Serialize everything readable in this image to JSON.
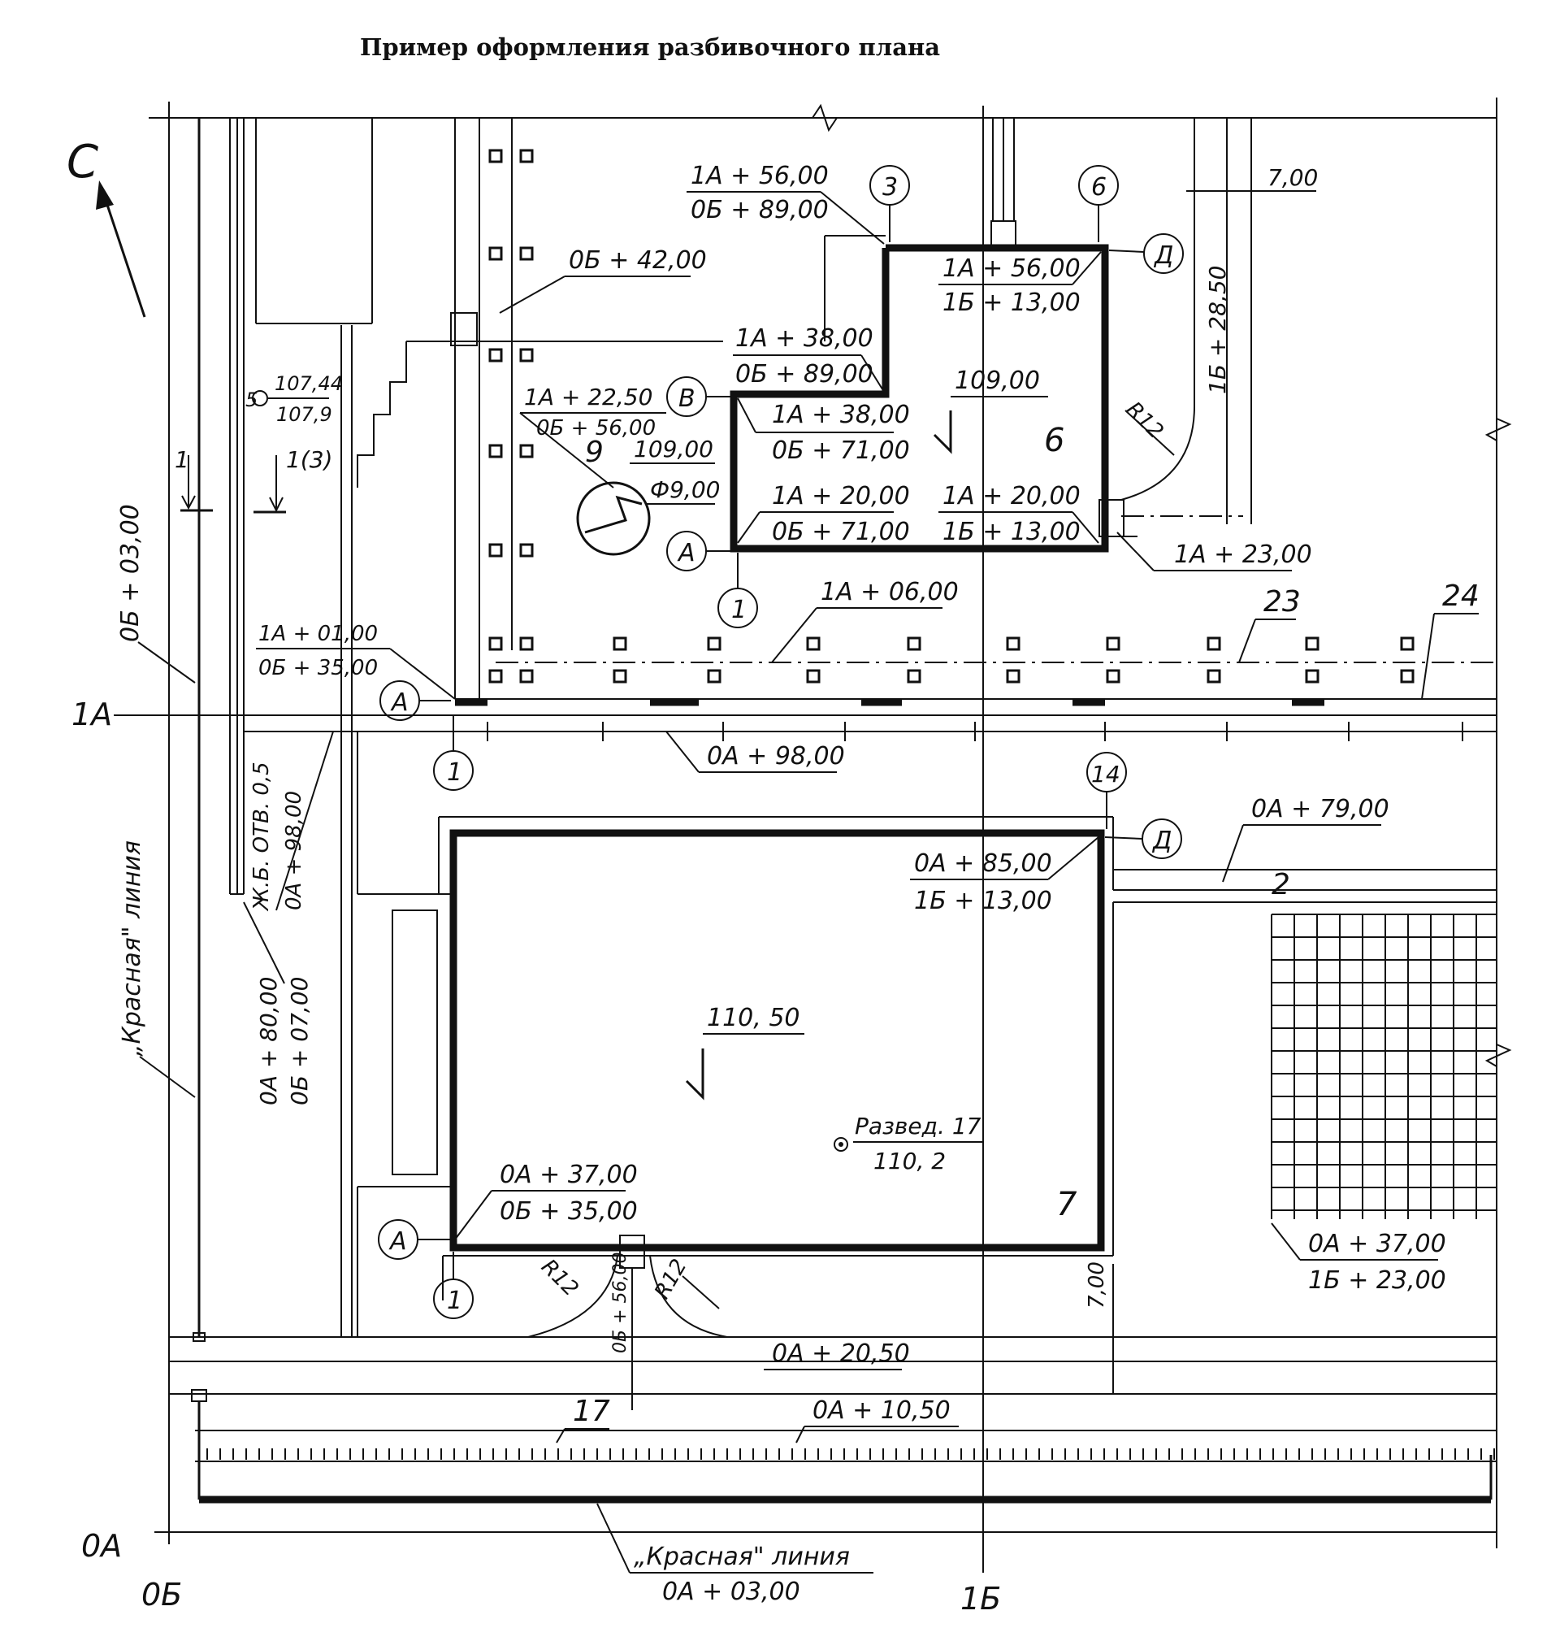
{
  "title": "Пример оформления разбивочного плана",
  "north": "С",
  "grid": {
    "row_top": "1А",
    "row_bottom": "0А",
    "col_left": "0Б",
    "col_mid": "1Б"
  },
  "building6": {
    "number": "6",
    "elevation": "109,00",
    "coords": [
      {
        "top": "1А + 56,00",
        "bottom": "0Б + 89,00"
      },
      {
        "top": "1А + 56,00",
        "bottom": "1Б + 13,00"
      },
      {
        "top": "1А + 38,00",
        "bottom": "0Б + 89,00"
      },
      {
        "top": "1А + 38,00",
        "bottom": "0Б + 71,00"
      },
      {
        "top": "1А + 20,00",
        "bottom": "0Б + 71,00"
      },
      {
        "top": "1А + 20,00",
        "bottom": "1Б + 13,00"
      }
    ],
    "axes": [
      "3",
      "6",
      "Д",
      "В",
      "А",
      "1"
    ],
    "width_dim": "7,00",
    "dim_vertical": "1Б + 28,50",
    "radius": "R12",
    "ref_23": "1А + 23,00"
  },
  "tank9": {
    "number": "9",
    "coord_top": "1А + 22,50",
    "coord_bottom": "0Б + 56,00",
    "elevation": "109,00",
    "diameter": "Ф9,00"
  },
  "building7": {
    "number": "7",
    "elevation": "110, 50",
    "coords": [
      {
        "top": "0А + 85,00",
        "bottom": "1Б + 13,00"
      },
      {
        "top": "0А + 37,00",
        "bottom": "0Б + 35,00"
      }
    ],
    "axes": [
      "14",
      "Д",
      "А",
      "1"
    ],
    "borehole": {
      "label": "Развед. 17",
      "value": "110, 2"
    }
  },
  "labels": {
    "ob42": "0Б + 42,00",
    "ob03": "0Б + 03,00",
    "pt_top": "1А + 01,00",
    "pt_bottom": "0Б + 35,00",
    "axis_a": "А",
    "axis_1": "1",
    "ref_1a06": "1А + 06,00",
    "num_23": "23",
    "num_24": "24",
    "oa98_dim": "0А + 98,00",
    "oa98_vert": "0А + 98,00",
    "zhb": "Ж.Б. ОТВ. 0,5",
    "red_line": "„Красная\" линия",
    "oa80": "0А + 80,00",
    "ob07": "0Б + 07,00",
    "oa79": "0А + 79,00",
    "num_2": "2",
    "oa37": "0А + 37,00",
    "ib23": "1Б + 23,00",
    "r12": "R12",
    "ob56": "0Б + 56,00",
    "oa2050": "0А + 20,50",
    "dim700": "7,00",
    "num_17": "17",
    "oa1050": "0А + 10,50",
    "red_line_bottom": "„Красная\" линия",
    "oa03": "0А + 03,00",
    "bench_top": "107,44",
    "bench_bottom": "107,9",
    "bench_symbol": "5",
    "section_1": "1",
    "section_13": "1(3)"
  }
}
